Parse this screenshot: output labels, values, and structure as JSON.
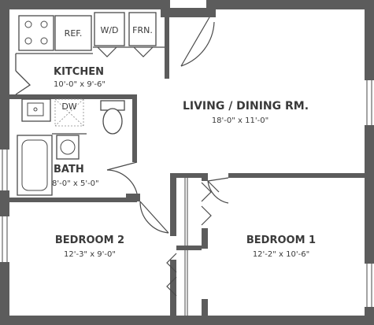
{
  "colors": {
    "wall": "#5c5c5c",
    "line": "#4a4a4a",
    "text": "#3a3a3a",
    "background": "#ffffff"
  },
  "rooms": {
    "kitchen": {
      "name": "KITCHEN",
      "dims": "10'-0\" x 9'-6\""
    },
    "living": {
      "name": "LIVING / DINING RM.",
      "dims": "18'-0\" x 11'-0\""
    },
    "bath": {
      "name": "BATH",
      "dims": "8'-0\" x 5'-0\""
    },
    "bedroom1": {
      "name": "BEDROOM 1",
      "dims": "12'-2\" x 10'-6\""
    },
    "bedroom2": {
      "name": "BEDROOM 2",
      "dims": "12'-3\" x 9'-0\""
    }
  },
  "fixtures": {
    "refrigerator": "REF.",
    "washer_dryer": "W/D",
    "furnace": "FRN.",
    "dishwasher": "DW"
  }
}
